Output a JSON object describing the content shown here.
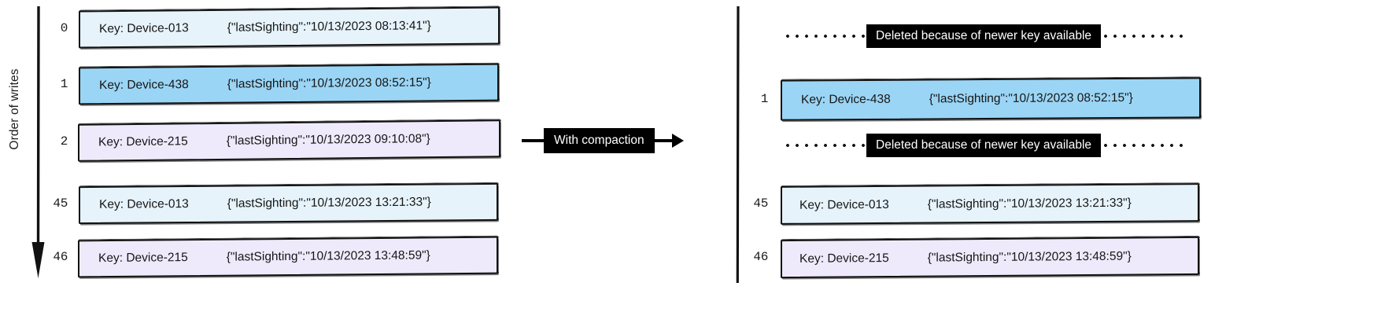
{
  "axis": {
    "label": "Order of writes",
    "arrow_icon": "down-arrow-icon"
  },
  "transform": {
    "label": "With compaction",
    "arrow_icon": "right-arrow-icon"
  },
  "left_panel": {
    "name": "uncompacted-log",
    "entries": [
      {
        "index": "0",
        "key": "Key: Device-013",
        "value": "{\"lastSighting\":\"10/13/2023 08:13:41\"}",
        "fill": "light",
        "color": "#e6f3fb"
      },
      {
        "index": "1",
        "key": "Key: Device-438",
        "value": "{\"lastSighting\":\"10/13/2023 08:52:15\"}",
        "fill": "strong",
        "color": "#9bd5f5"
      },
      {
        "index": "2",
        "key": "Key: Device-215",
        "value": "{\"lastSighting\":\"10/13/2023 09:10:08\"}",
        "fill": "lav",
        "color": "#efeafb"
      },
      {
        "index": "45",
        "key": "Key: Device-013",
        "value": "{\"lastSighting\":\"10/13/2023 13:21:33\"}",
        "fill": "light",
        "color": "#e6f3fb"
      },
      {
        "index": "46",
        "key": "Key: Device-215",
        "value": "{\"lastSighting\":\"10/13/2023 13:48:59\"}",
        "fill": "lav",
        "color": "#efeafb"
      }
    ]
  },
  "right_panel": {
    "name": "compacted-log",
    "deleted_note": "Deleted because of newer key available",
    "entries": [
      {
        "kind": "deleted",
        "index": "",
        "key": "",
        "value": "",
        "fill": ""
      },
      {
        "kind": "record",
        "index": "1",
        "key": "Key: Device-438",
        "value": "{\"lastSighting\":\"10/13/2023 08:52:15\"}",
        "fill": "strong",
        "color": "#9bd5f5"
      },
      {
        "kind": "deleted",
        "index": "",
        "key": "",
        "value": "",
        "fill": ""
      },
      {
        "kind": "record",
        "index": "45",
        "key": "Key: Device-013",
        "value": "{\"lastSighting\":\"10/13/2023 13:21:33\"}",
        "fill": "light",
        "color": "#e6f3fb"
      },
      {
        "kind": "record",
        "index": "46",
        "key": "Key: Device-215",
        "value": "{\"lastSighting\":\"10/13/2023 13:48:59\"}",
        "fill": "lav",
        "color": "#efeafb"
      }
    ]
  },
  "colors": {
    "stroke": "#121212",
    "accent_strong": "#9bd5f5",
    "accent_light": "#e6f3fb",
    "accent_lavender": "#efeafb",
    "note_background": "#000000",
    "note_text": "#ffffff"
  }
}
